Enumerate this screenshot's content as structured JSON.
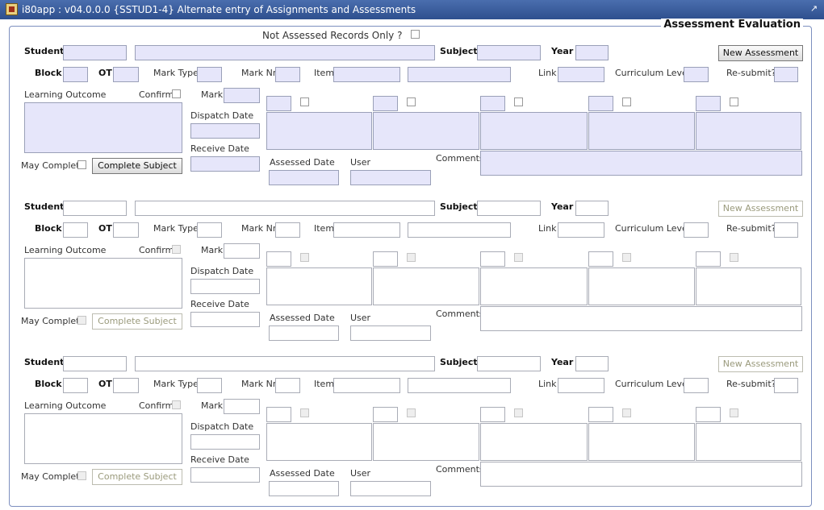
{
  "window": {
    "title": "i80app : v04.0.0.0 {SSTUD1-4} Alternate entry of Assignments and Assessments"
  },
  "frame": {
    "title": "Assessment Evaluation"
  },
  "filter": {
    "label": "Not Assessed Records Only ?"
  },
  "labels": {
    "student": "Student",
    "subject": "Subject",
    "year": "Year",
    "block": "Block",
    "ot": "OT",
    "mark_type": "Mark Type",
    "mark_nr": "Mark Nr",
    "item": "Item",
    "link": "Link",
    "curriculum_level": "Curriculum Level",
    "resubmit": "Re-submit?",
    "learning_outcome": "Learning Outcome",
    "confirm": "Confirm",
    "mark": "Mark",
    "dispatch_date": "Dispatch Date",
    "receive_date": "Receive Date",
    "assessed_date": "Assessed Date",
    "user": "User",
    "comments": "Comments",
    "may_complete": "May Complete"
  },
  "buttons": {
    "new_assessment": "New Assessment",
    "complete_subject": "Complete Subject"
  },
  "icons": {
    "app": "application-icon",
    "restore": "restore-icon"
  },
  "colors": {
    "title_bar": "#3a5d9e",
    "query_field": "#e6e6fa",
    "frame_border": "#7d8fbf"
  }
}
